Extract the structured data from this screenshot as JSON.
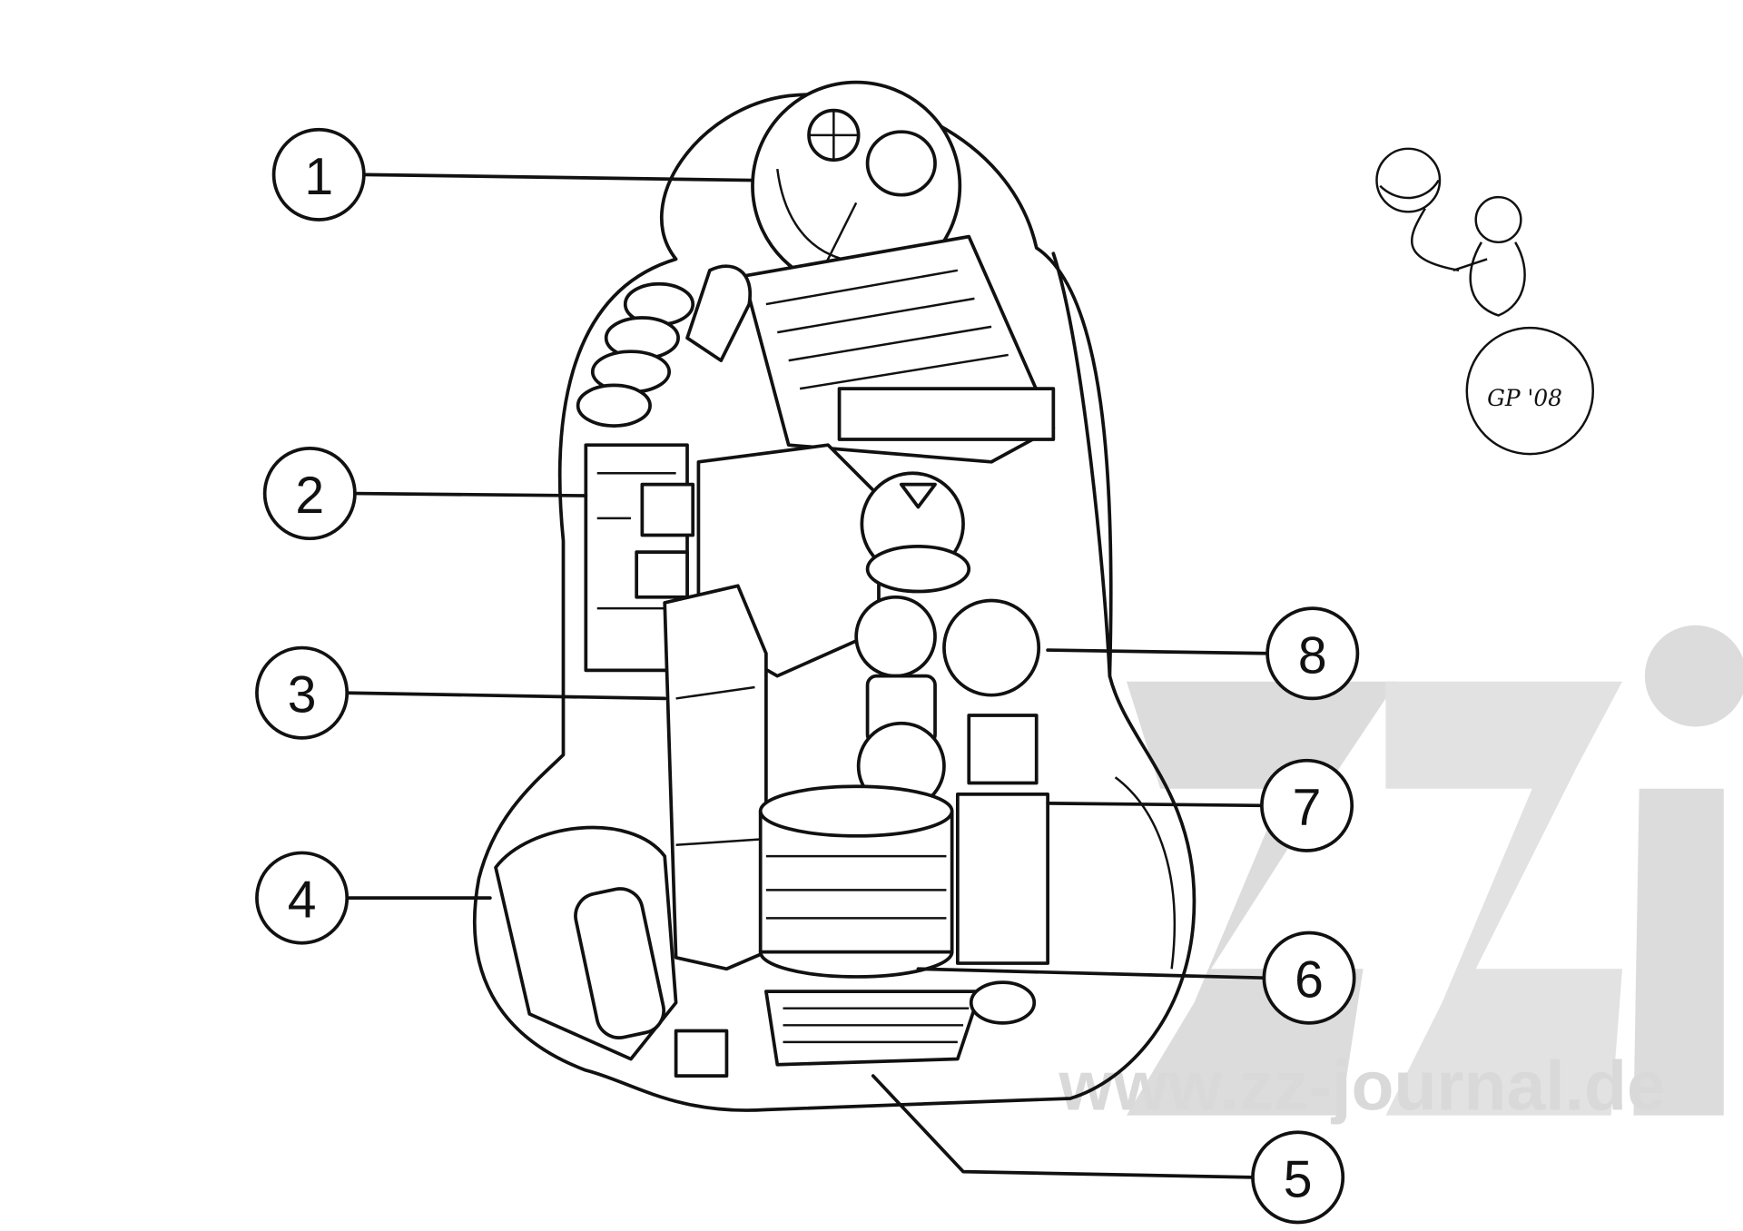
{
  "diagram": {
    "callouts": [
      "1",
      "2",
      "3",
      "4",
      "5",
      "6",
      "7",
      "8"
    ],
    "watermark": "www.zz-journal.de",
    "signature": "GP '08"
  }
}
